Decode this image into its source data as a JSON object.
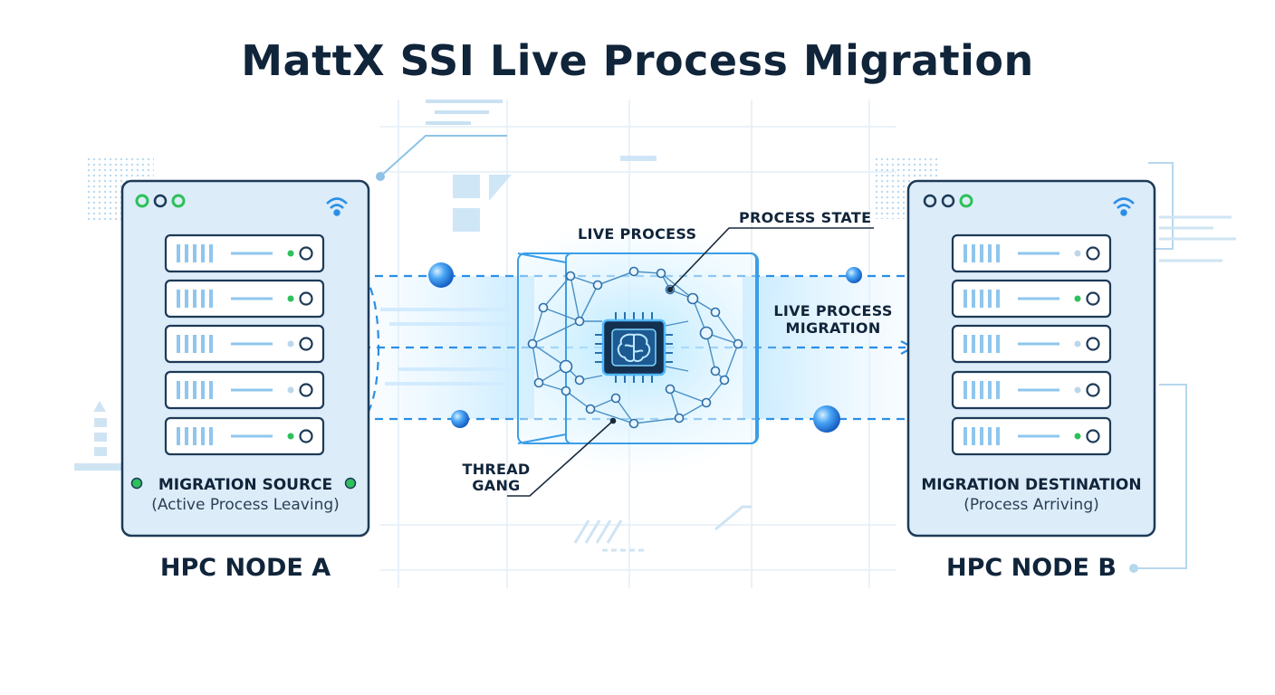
{
  "title": "MattX SSI Live Process Migration",
  "node_a": {
    "caption": "HPC NODE A",
    "role": "MIGRATION SOURCE",
    "detail": "(Active Process Leaving)"
  },
  "node_b": {
    "caption": "HPC NODE B",
    "role": "MIGRATION DESTINATION",
    "detail": "(Process Arriving)"
  },
  "center": {
    "live_process": "LIVE PROCESS",
    "process_state": "PROCESS STATE",
    "migration_line1": "LIVE PROCESS",
    "migration_line2": "MIGRATION",
    "thread_line1": "THREAD",
    "thread_line2": "GANG"
  },
  "colors": {
    "ink": "#10243a",
    "panel_fill": "#dcecf9",
    "panel_stroke": "#1d3a57",
    "accent_blue": "#2a8fe6",
    "led_green": "#2ec05a"
  },
  "icons": [
    "wifi-icon",
    "chip-brain-icon",
    "server-unit-icon"
  ]
}
